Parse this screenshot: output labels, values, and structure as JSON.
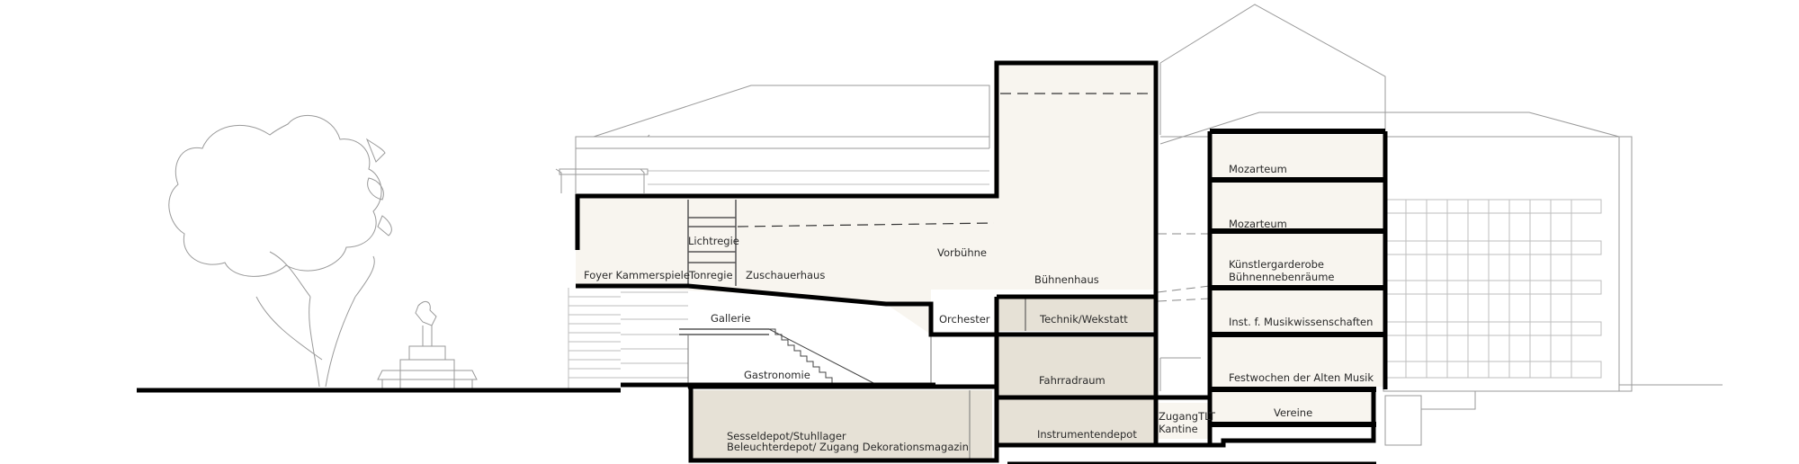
{
  "labels": {
    "foyer": "Foyer Kammerspiele",
    "lichtregie": "Lichtregie",
    "tonregie": "Tonregie",
    "zuschauerhaus": "Zuschauerhaus",
    "vorbuehne": "Vorbühne",
    "buehnenhaus": "Bühnenhaus",
    "gallerie": "Gallerie",
    "orchester": "Orchester",
    "technik": "Technik/Wekstatt",
    "gastronomie": "Gastronomie",
    "fahrradraum": "Fahrradraum",
    "instrumentendepot": "Instrumentendepot",
    "depot_line1": "Sesseldepot/Stuhllager",
    "depot_line2": "Beleuchterdepot/ Zugang Dekorationsmagazin",
    "zugang": "ZugangTLT",
    "kantine": "Kantine",
    "mozarteum_upper": "Mozarteum",
    "mozarteum_lower": "Mozarteum",
    "kuenstler_line1": "Künstlergarderobe",
    "kuenstler_line2": "Bühnennebenräume",
    "inst_musik": "Inst. f. Musikwissenschaften",
    "festwochen": "Festwochen der Alten Musik",
    "vereine": "Vereine"
  }
}
